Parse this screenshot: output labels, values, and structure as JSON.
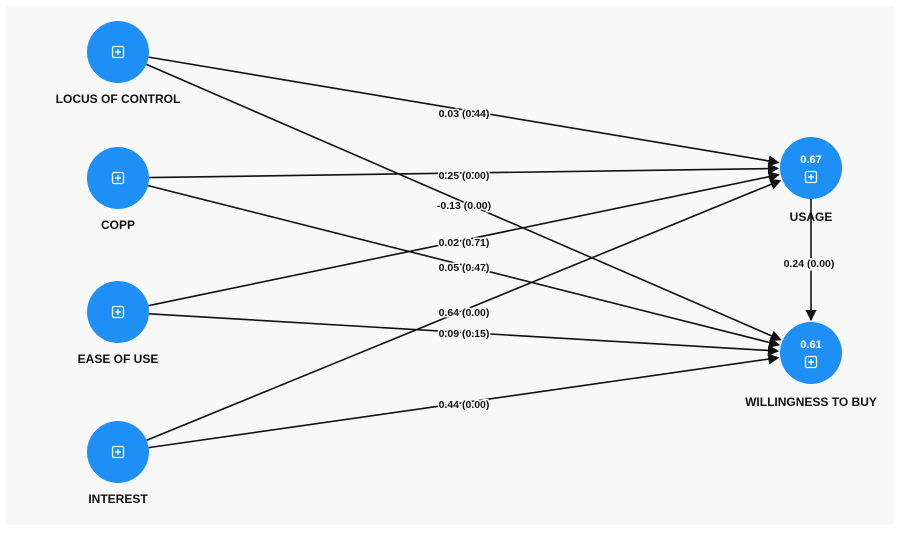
{
  "colors": {
    "node": "#1e90f5",
    "edge": "#111111",
    "background": "#f8f8f8"
  },
  "nodes": [
    {
      "id": "loc",
      "label": "LOCUS OF CONTROL",
      "value": "",
      "icon": "expand-plus-icon"
    },
    {
      "id": "copp",
      "label": "COPP",
      "value": "",
      "icon": "expand-plus-icon"
    },
    {
      "id": "ease",
      "label": "EASE OF USE",
      "value": "",
      "icon": "expand-plus-icon"
    },
    {
      "id": "interest",
      "label": "INTEREST",
      "value": "",
      "icon": "expand-plus-icon"
    },
    {
      "id": "usage",
      "label": "USAGE",
      "value": "0.67",
      "icon": "expand-plus-icon"
    },
    {
      "id": "wtb",
      "label": "WILLINGNESS TO BUY",
      "value": "0.61",
      "icon": "expand-plus-icon"
    }
  ],
  "edges": [
    {
      "from": "loc",
      "to": "usage",
      "label": "0.03 (0.44)"
    },
    {
      "from": "loc",
      "to": "wtb",
      "label": "-0.13 (0.00)"
    },
    {
      "from": "copp",
      "to": "usage",
      "label": "0.25 (0.00)"
    },
    {
      "from": "copp",
      "to": "wtb",
      "label": "0.05 (0.47)"
    },
    {
      "from": "ease",
      "to": "usage",
      "label": "0.02 (0.71)"
    },
    {
      "from": "ease",
      "to": "wtb",
      "label": "0.09 (0.15)"
    },
    {
      "from": "interest",
      "to": "usage",
      "label": "0.64 (0.00)"
    },
    {
      "from": "interest",
      "to": "wtb",
      "label": "0.44 (0.00)"
    },
    {
      "from": "usage",
      "to": "wtb",
      "label": "0.24 (0.00)"
    }
  ]
}
